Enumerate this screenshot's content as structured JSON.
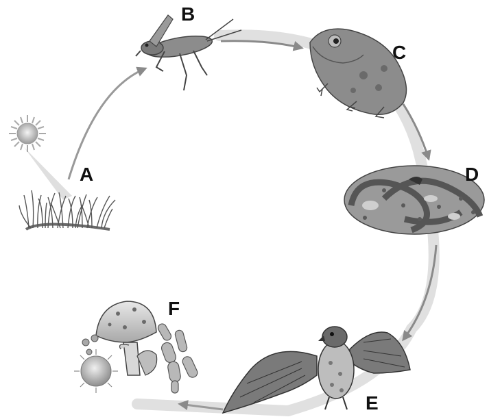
{
  "labels": {
    "a": "A",
    "b": "B",
    "c": "C",
    "d": "D",
    "e": "E",
    "f": "F"
  },
  "organisms": {
    "sun": "sun-icon",
    "grass": "grass-icon",
    "grasshopper": "grasshopper-icon",
    "frog": "frog-icon",
    "snake": "snake-icon",
    "hawk": "hawk-icon",
    "fungi": "mushroom-icon",
    "bacteria": "bacteria-icon"
  },
  "colors": {
    "ring": "#d6d6d6",
    "arrow": "#8a8a8a",
    "organism_dark": "#4a4a4a",
    "organism_mid": "#8c8c8c",
    "organism_light": "#c4c4c4"
  }
}
